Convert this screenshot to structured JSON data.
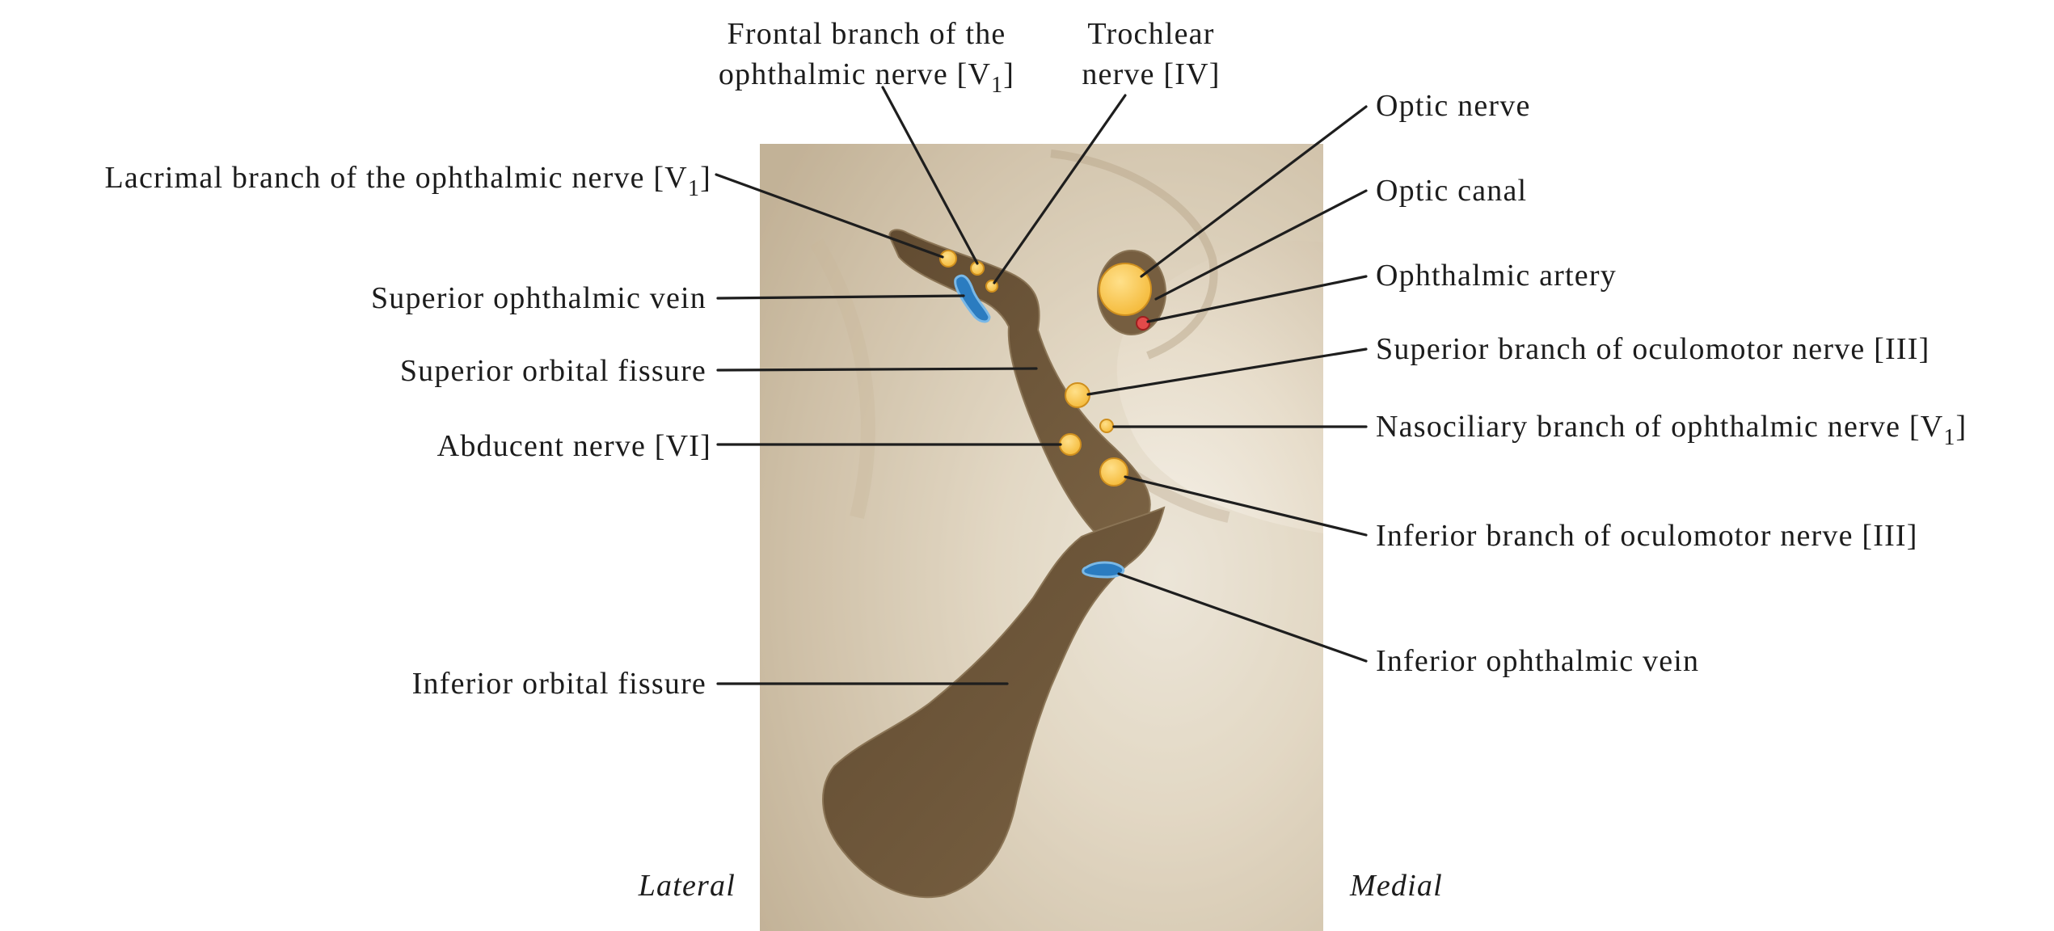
{
  "colors": {
    "bone_light": "#ece5d8",
    "bone_mid": "#c2b29a",
    "fissure": "#6c5539",
    "nerve": "#f7c24a",
    "nerve_outline": "#cf8f1e",
    "vein": "#1f6fb0",
    "artery": "#cc2b2b",
    "leader_line": "#1e1e1e"
  },
  "labels": {
    "frontal_branch": {
      "line1": "Frontal branch of the",
      "line2": "ophthalmic nerve [V",
      "sub": "1",
      "close": "]"
    },
    "trochlear": {
      "line1": "Trochlear",
      "line2": "nerve [IV]"
    },
    "lacrimal_branch": {
      "text": "Lacrimal branch of the ophthalmic nerve [V",
      "sub": "1",
      "close": "]"
    },
    "superior_ophthalmic_vein": "Superior ophthalmic vein",
    "superior_orbital_fissure": "Superior orbital fissure",
    "abducent_nerve": "Abducent nerve [VI]",
    "inferior_orbital_fissure": "Inferior orbital fissure",
    "optic_nerve": "Optic nerve",
    "optic_canal": "Optic canal",
    "ophthalmic_artery": "Ophthalmic artery",
    "superior_branch_oculomotor": "Superior branch of oculomotor nerve [III]",
    "nasociliary_branch": {
      "text": "Nasociliary branch of ophthalmic nerve [V",
      "sub": "1",
      "close": "]"
    },
    "inferior_branch_oculomotor": "Inferior branch of oculomotor nerve [III]",
    "inferior_ophthalmic_vein": "Inferior ophthalmic vein"
  },
  "orientation": {
    "lateral": "Lateral",
    "medial": "Medial"
  }
}
